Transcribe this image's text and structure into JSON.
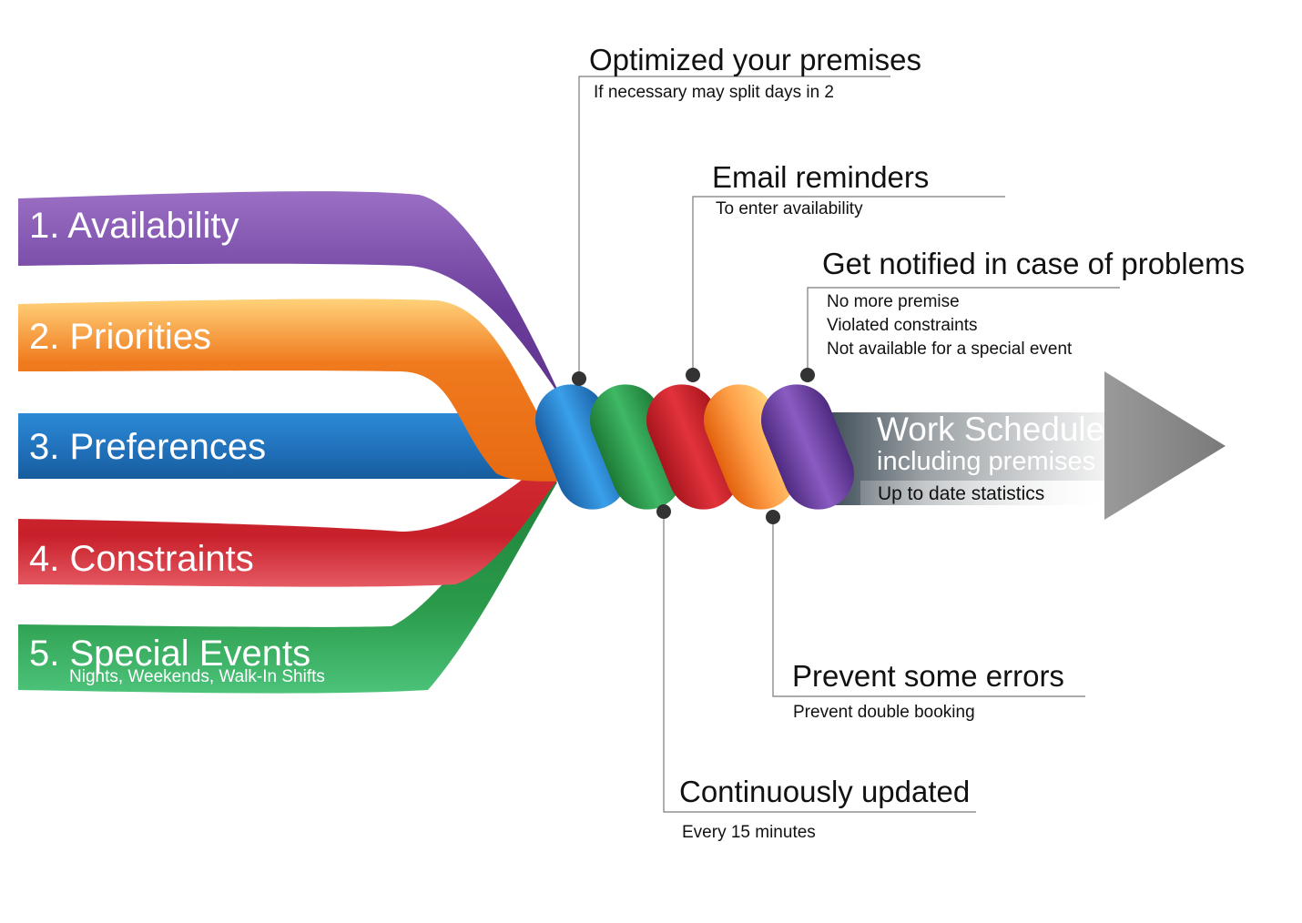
{
  "inputs": [
    {
      "label": "1. Availability",
      "color": "#6a3d9a"
    },
    {
      "label": "2. Priorities",
      "color": "#f07a1e"
    },
    {
      "label": "3. Preferences",
      "color": "#1f78c1"
    },
    {
      "label": "4. Constraints",
      "color": "#c8202a"
    },
    {
      "label": "5. Special Events",
      "sublabel": "Nights, Weekends,  Walk-In Shifts",
      "color": "#2a9a4a"
    }
  ],
  "callouts": {
    "premises": {
      "title": "Optimized your premises",
      "lines": [
        "If necessary may split days in 2"
      ]
    },
    "email": {
      "title": "Email reminders",
      "lines": [
        "To enter availability"
      ]
    },
    "notified": {
      "title": "Get notified in case of problems",
      "lines": [
        "No more premise",
        "Violated constraints",
        "Not available for a special event"
      ]
    },
    "errors": {
      "title": "Prevent some errors",
      "lines": [
        "Prevent double booking"
      ]
    },
    "updated": {
      "title": "Continuously updated",
      "lines": [
        "Every 15 minutes"
      ]
    }
  },
  "output": {
    "title": "Work Schedule",
    "subtitle": "including premises",
    "detail": "Up to date statistics"
  },
  "colors": {
    "purple": "#6a3d9a",
    "orange": "#f07a1e",
    "blue": "#1f78c1",
    "red": "#c8202a",
    "green": "#2a9a4a",
    "arrow": "#8a8a8a",
    "line": "#7a7a7a",
    "dot": "#333333"
  }
}
